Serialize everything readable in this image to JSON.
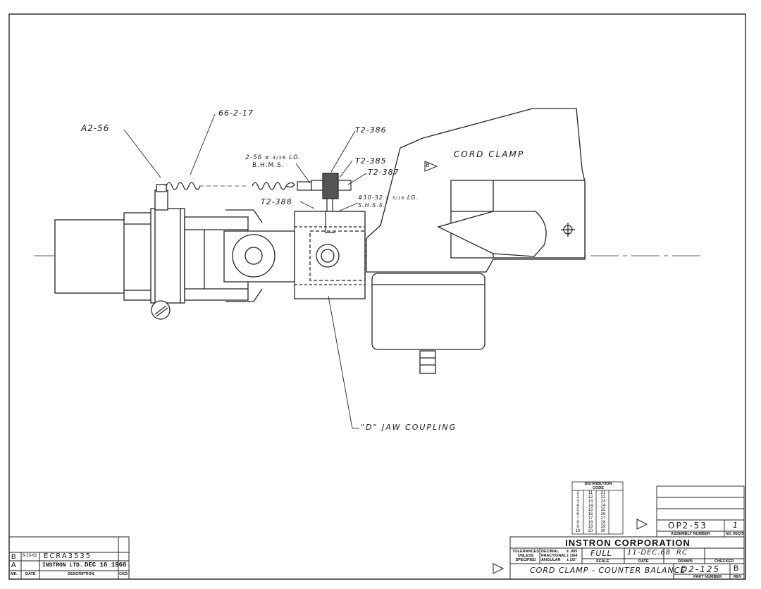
{
  "drawing": {
    "callouts": {
      "a2_56": "A2-56",
      "spring_66": "66-2-17",
      "t2_386": "T2-386",
      "t2_385": "T2-385",
      "t2_387": "T2-387",
      "t2_388": "T2-388",
      "screw_bhms_line1": "2-56 x",
      "screw_bhms_frac": "3/16",
      "screw_bhms_lg": "LG.",
      "screw_bhms_line2": "B.H.M.S.",
      "screw_shss_line1": "#10-32 x",
      "screw_shss_frac": "5/16",
      "screw_shss_lg": "LG.",
      "screw_shss_line2": "S.H.S.S.",
      "cord_clamp": "CORD CLAMP",
      "d_jaw": "\"D\" JAW COUPLING",
      "rev_marker": "B"
    }
  },
  "distribution": {
    "header_line1": "DISTRIBUTION",
    "header_line2": "CODE",
    "rows": [
      [
        "1",
        "11",
        "21"
      ],
      [
        "2",
        "12",
        "22"
      ],
      [
        "3",
        "13",
        "23"
      ],
      [
        "4",
        "14",
        "24"
      ],
      [
        "5",
        "15",
        "25"
      ],
      [
        "6",
        "16",
        "26"
      ],
      [
        "7",
        "17",
        "27"
      ],
      [
        "8",
        "18",
        "28"
      ],
      [
        "9",
        "19",
        "29"
      ],
      [
        "10",
        "20",
        "30"
      ]
    ]
  },
  "revisions": {
    "rows": [
      {
        "mk": "B",
        "date": "6-23-62",
        "desc": "ECRA3535",
        "ckd": ""
      },
      {
        "mk": "A",
        "date": "",
        "desc": "INSTRON LTD.",
        "stamp": "DEC 16 1968",
        "ckd": ""
      }
    ],
    "headers": {
      "mk": "MK.",
      "date": "DATE",
      "desc": "DESCRIPTION",
      "ckd": "CKD."
    }
  },
  "assembly": {
    "number": "OP2-53",
    "number_label": "ASSEMBLY NUMBER",
    "qty": "1",
    "qty_label": "NO. REQ'D"
  },
  "title_block": {
    "company": "INSTRON CORPORATION",
    "tol_label1": "TOLERANCES",
    "tol_label2": "UNLESS",
    "tol_label3": "SPECIFIED",
    "tol_decimal": "DECIMAL",
    "tol_fractional": "FRACTIONAL",
    "tol_angular": "ANGULAR",
    "tol_decimal_val": "± .005",
    "tol_fractional_val": "± 1/64",
    "tol_angular_val": "± 1/2°",
    "scale": "FULL",
    "scale_label": "SCALE",
    "date": "11-DEC.68",
    "date_label": "DATE",
    "drawn": "RC",
    "drawn_label": "DRAWN",
    "checked": "",
    "checked_label": "CHECKED",
    "title": "CORD CLAMP - COUNTER BALANCE",
    "part_number": "D2-125",
    "part_number_label": "PART NUMBER",
    "rev": "B",
    "rev_label": "REV"
  }
}
